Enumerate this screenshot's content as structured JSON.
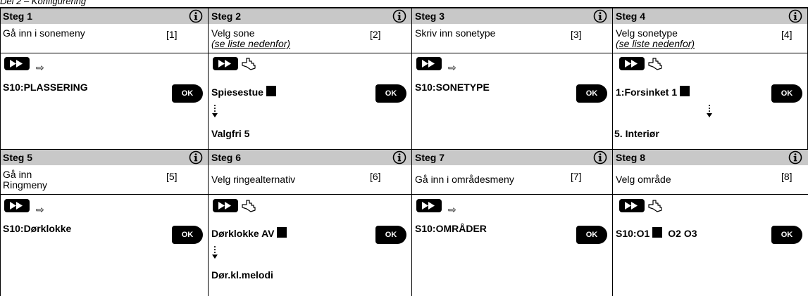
{
  "header": "Del 2 – Konfigurering",
  "steps": [
    {
      "title": "Steg 1",
      "desc": "Gå inn i sonemeny",
      "sub": "",
      "ref": "[1]",
      "display": "S10:PLASSERING",
      "cursor": false,
      "block": false,
      "value": ""
    },
    {
      "title": "Steg 2",
      "desc": "Velg sone",
      "sub": "(se liste nedenfor)",
      "ref": "[2]",
      "display": "Spiesestue",
      "cursor": true,
      "block": true,
      "value": "Valgfri 5"
    },
    {
      "title": "Steg 3",
      "desc": "Skriv inn sonetype",
      "sub": "",
      "ref": "[3]",
      "display": "S10:SONETYPE",
      "cursor": false,
      "block": false,
      "value": ""
    },
    {
      "title": "Steg 4",
      "desc": "Velg sonetype",
      "sub": "(se liste nedenfor)",
      "ref": "[4]",
      "display": "1:Forsinket 1",
      "cursor": true,
      "block": true,
      "value": "5. Interiør"
    },
    {
      "title": "Steg 5",
      "desc": "Gå inn\nRingmeny",
      "sub": "",
      "ref": "[5]",
      "display": "S10:Dørklokke",
      "cursor": false,
      "block": false,
      "value": ""
    },
    {
      "title": "Steg 6",
      "desc": "Velg ringealternativ",
      "sub": "",
      "ref": "[6]",
      "display": "Dørklokke AV",
      "cursor": true,
      "block": true,
      "value": "Dør.kl.melodi"
    },
    {
      "title": "Steg 7",
      "desc": "Gå inn i områdesmeny",
      "sub": "",
      "ref": "[7]",
      "display": "S10:OMRÅDER",
      "cursor": false,
      "block": false,
      "value": ""
    },
    {
      "title": "Steg 8",
      "desc": "Velg område",
      "sub": "",
      "ref": "[8]",
      "display": "S10:O1",
      "display_after": "O2 O3",
      "cursor": true,
      "block": true,
      "value": ""
    }
  ],
  "ok_label": "OK",
  "arrow_glyph": "⇨",
  "icons": {
    "info": "info-circle-icon",
    "ff": "fast-forward-icon",
    "cursor": "scroll-hand-icon",
    "down": "dotted-down-arrow-icon",
    "ok": "ok-button-icon"
  }
}
